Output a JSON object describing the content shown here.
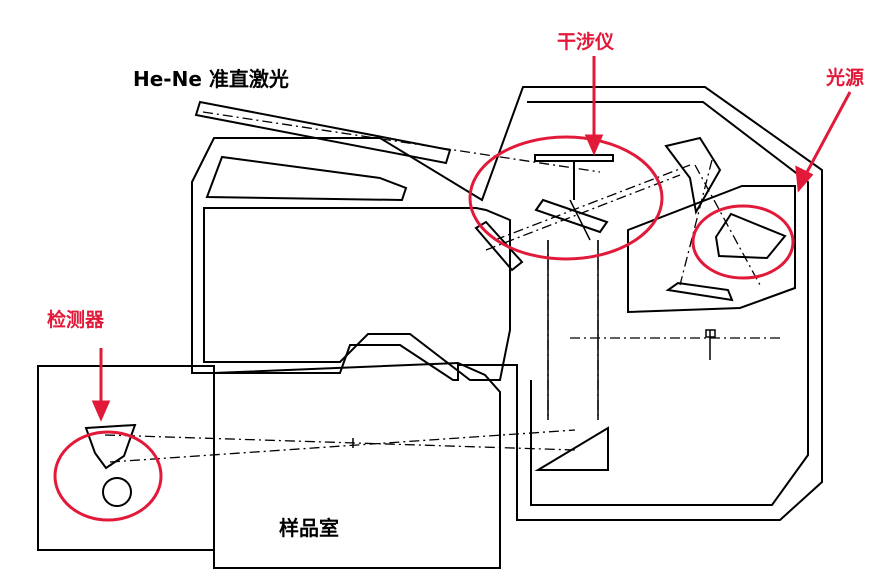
{
  "labels": {
    "hene_laser": "He-Ne 准直激光",
    "interferometer": "干涉仪",
    "light_source": "光源",
    "detector": "检测器",
    "sample_chamber": "样品室"
  },
  "colors": {
    "highlight": "#e21a3a",
    "line": "#000000",
    "background": "#ffffff"
  }
}
